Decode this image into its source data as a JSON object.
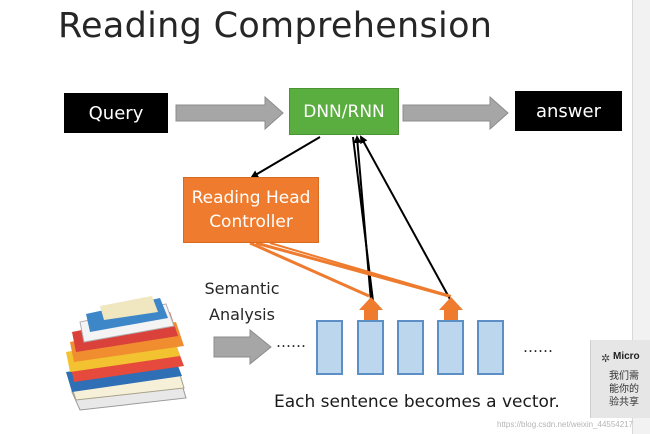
{
  "title": "Reading Comprehension",
  "nodes": {
    "query": "Query",
    "dnn": "DNN/RNN",
    "answer": "answer",
    "reader_line1": "Reading Head",
    "reader_line2": "Controller"
  },
  "semantic_line1": "Semantic",
  "semantic_line2": "Analysis",
  "dots_left": "……",
  "dots_right": "……",
  "caption": "Each sentence becomes a vector.",
  "popup": {
    "title": "Micro",
    "line1": "我们需",
    "line2": "能你的",
    "line3": "验共享"
  },
  "watermark": "https://blog.csdn.net/weixin_44554217",
  "colors": {
    "dnn": "#5aad3f",
    "reader": "#ee7b2e",
    "vector_fill": "#bcd6ee",
    "vector_border": "#5b8fc6",
    "gray_arrow": "#a6a6a6"
  },
  "icons": {
    "doc_stack": "document-stack-icon",
    "popup": "gear-icon"
  }
}
